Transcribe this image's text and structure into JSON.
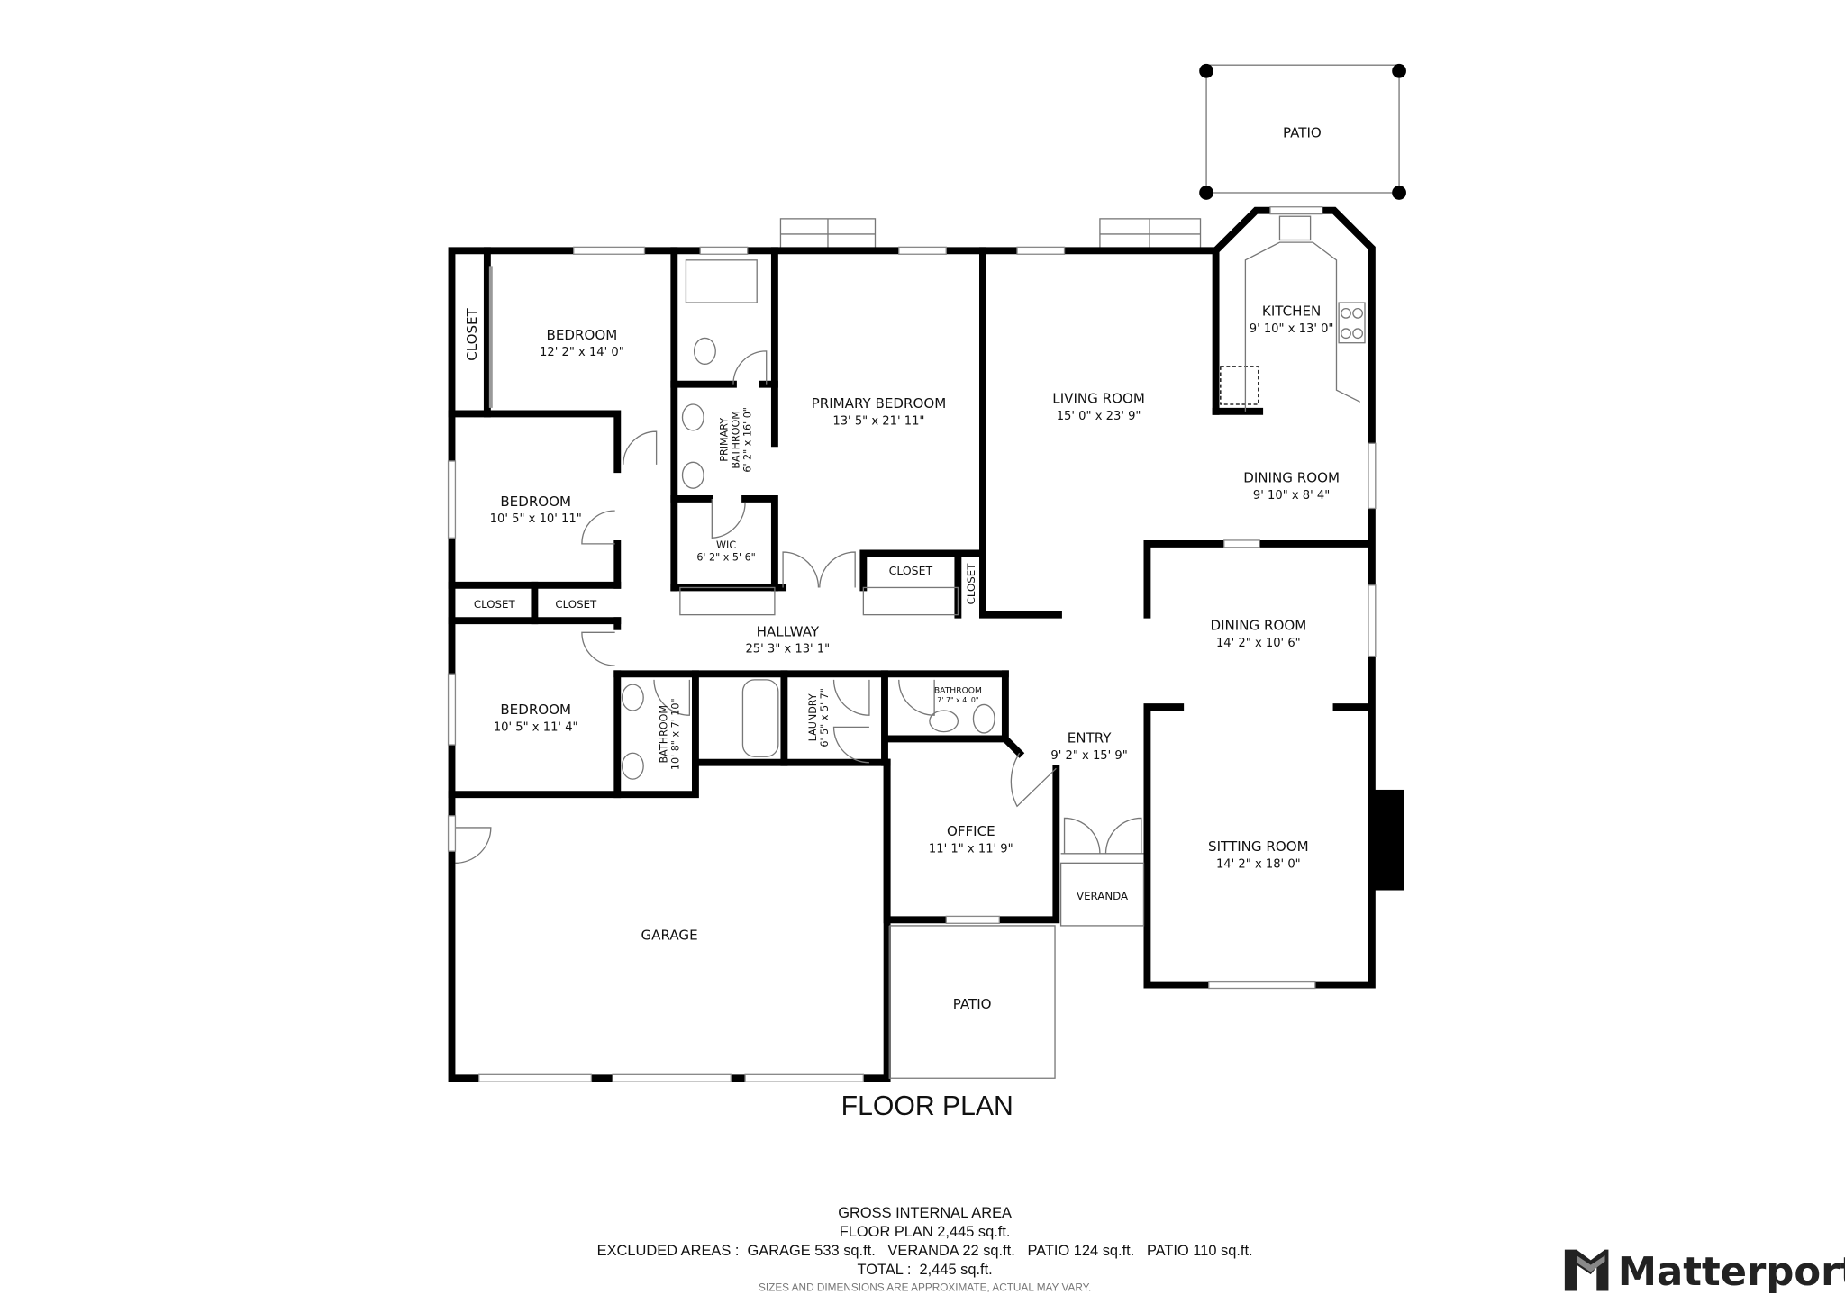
{
  "title": "FLOOR PLAN",
  "rooms": {
    "patio_top": {
      "name": "PATIO"
    },
    "kitchen": {
      "name": "KITCHEN",
      "dims": "9' 10\" x 13' 0\""
    },
    "bedroom1": {
      "name": "BEDROOM",
      "dims": "12' 2\" x 14' 0\""
    },
    "closet1": {
      "name": "CLOSET"
    },
    "primary_bedroom": {
      "name": "PRIMARY BEDROOM",
      "dims": "13' 5\" x 21' 11\""
    },
    "primary_bathroom": {
      "name": "PRIMARY",
      "name2": "BATHROOM",
      "dims": "6' 2\" x 16' 0\""
    },
    "living_room": {
      "name": "LIVING ROOM",
      "dims": "15' 0\" x 23' 9\""
    },
    "dining_room1": {
      "name": "DINING ROOM",
      "dims": "9' 10\" x 8' 4\""
    },
    "bedroom2": {
      "name": "BEDROOM",
      "dims": "10' 5\" x 10' 11\""
    },
    "wic": {
      "name": "WIC",
      "dims": "6' 2\" x 5' 6\""
    },
    "closet2": {
      "name": "CLOSET"
    },
    "closet3": {
      "name": "CLOSET"
    },
    "closet4": {
      "name": "CLOSET"
    },
    "closet5": {
      "name": "CLOSET"
    },
    "hallway": {
      "name": "HALLWAY",
      "dims": "25' 3\" x 13' 1\""
    },
    "dining_room2": {
      "name": "DINING ROOM",
      "dims": "14' 2\" x 10' 6\""
    },
    "bedroom3": {
      "name": "BEDROOM",
      "dims": "10' 5\" x 11' 4\""
    },
    "bathroom1": {
      "name": "BATHROOM",
      "dims": "10' 8\" x 7' 10\""
    },
    "laundry": {
      "name": "LAUNDRY",
      "dims": "6' 5\" x 5' 7\""
    },
    "bathroom2": {
      "name": "BATHROOM",
      "dims": "7' 7\" x 4' 0\""
    },
    "entry": {
      "name": "ENTRY",
      "dims": "9' 2\" x 15' 9\""
    },
    "office": {
      "name": "OFFICE",
      "dims": "11' 1\" x 11' 9\""
    },
    "sitting_room": {
      "name": "SITTING ROOM",
      "dims": "14' 2\" x 18' 0\""
    },
    "veranda": {
      "name": "VERANDA"
    },
    "garage": {
      "name": "GARAGE"
    },
    "patio_bottom": {
      "name": "PATIO"
    }
  },
  "areas": {
    "heading": "GROSS INTERNAL AREA",
    "floor_plan": "FLOOR PLAN 2,445 sq.ft.",
    "excluded": "EXCLUDED AREAS :  GARAGE 533 sq.ft.   VERANDA 22 sq.ft.   PATIO 124 sq.ft.   PATIO 110 sq.ft.",
    "total": "TOTAL :  2,445 sq.ft.",
    "disclaimer": "SIZES AND DIMENSIONS ARE APPROXIMATE, ACTUAL MAY VARY."
  },
  "brand": {
    "name": "Matterport"
  }
}
